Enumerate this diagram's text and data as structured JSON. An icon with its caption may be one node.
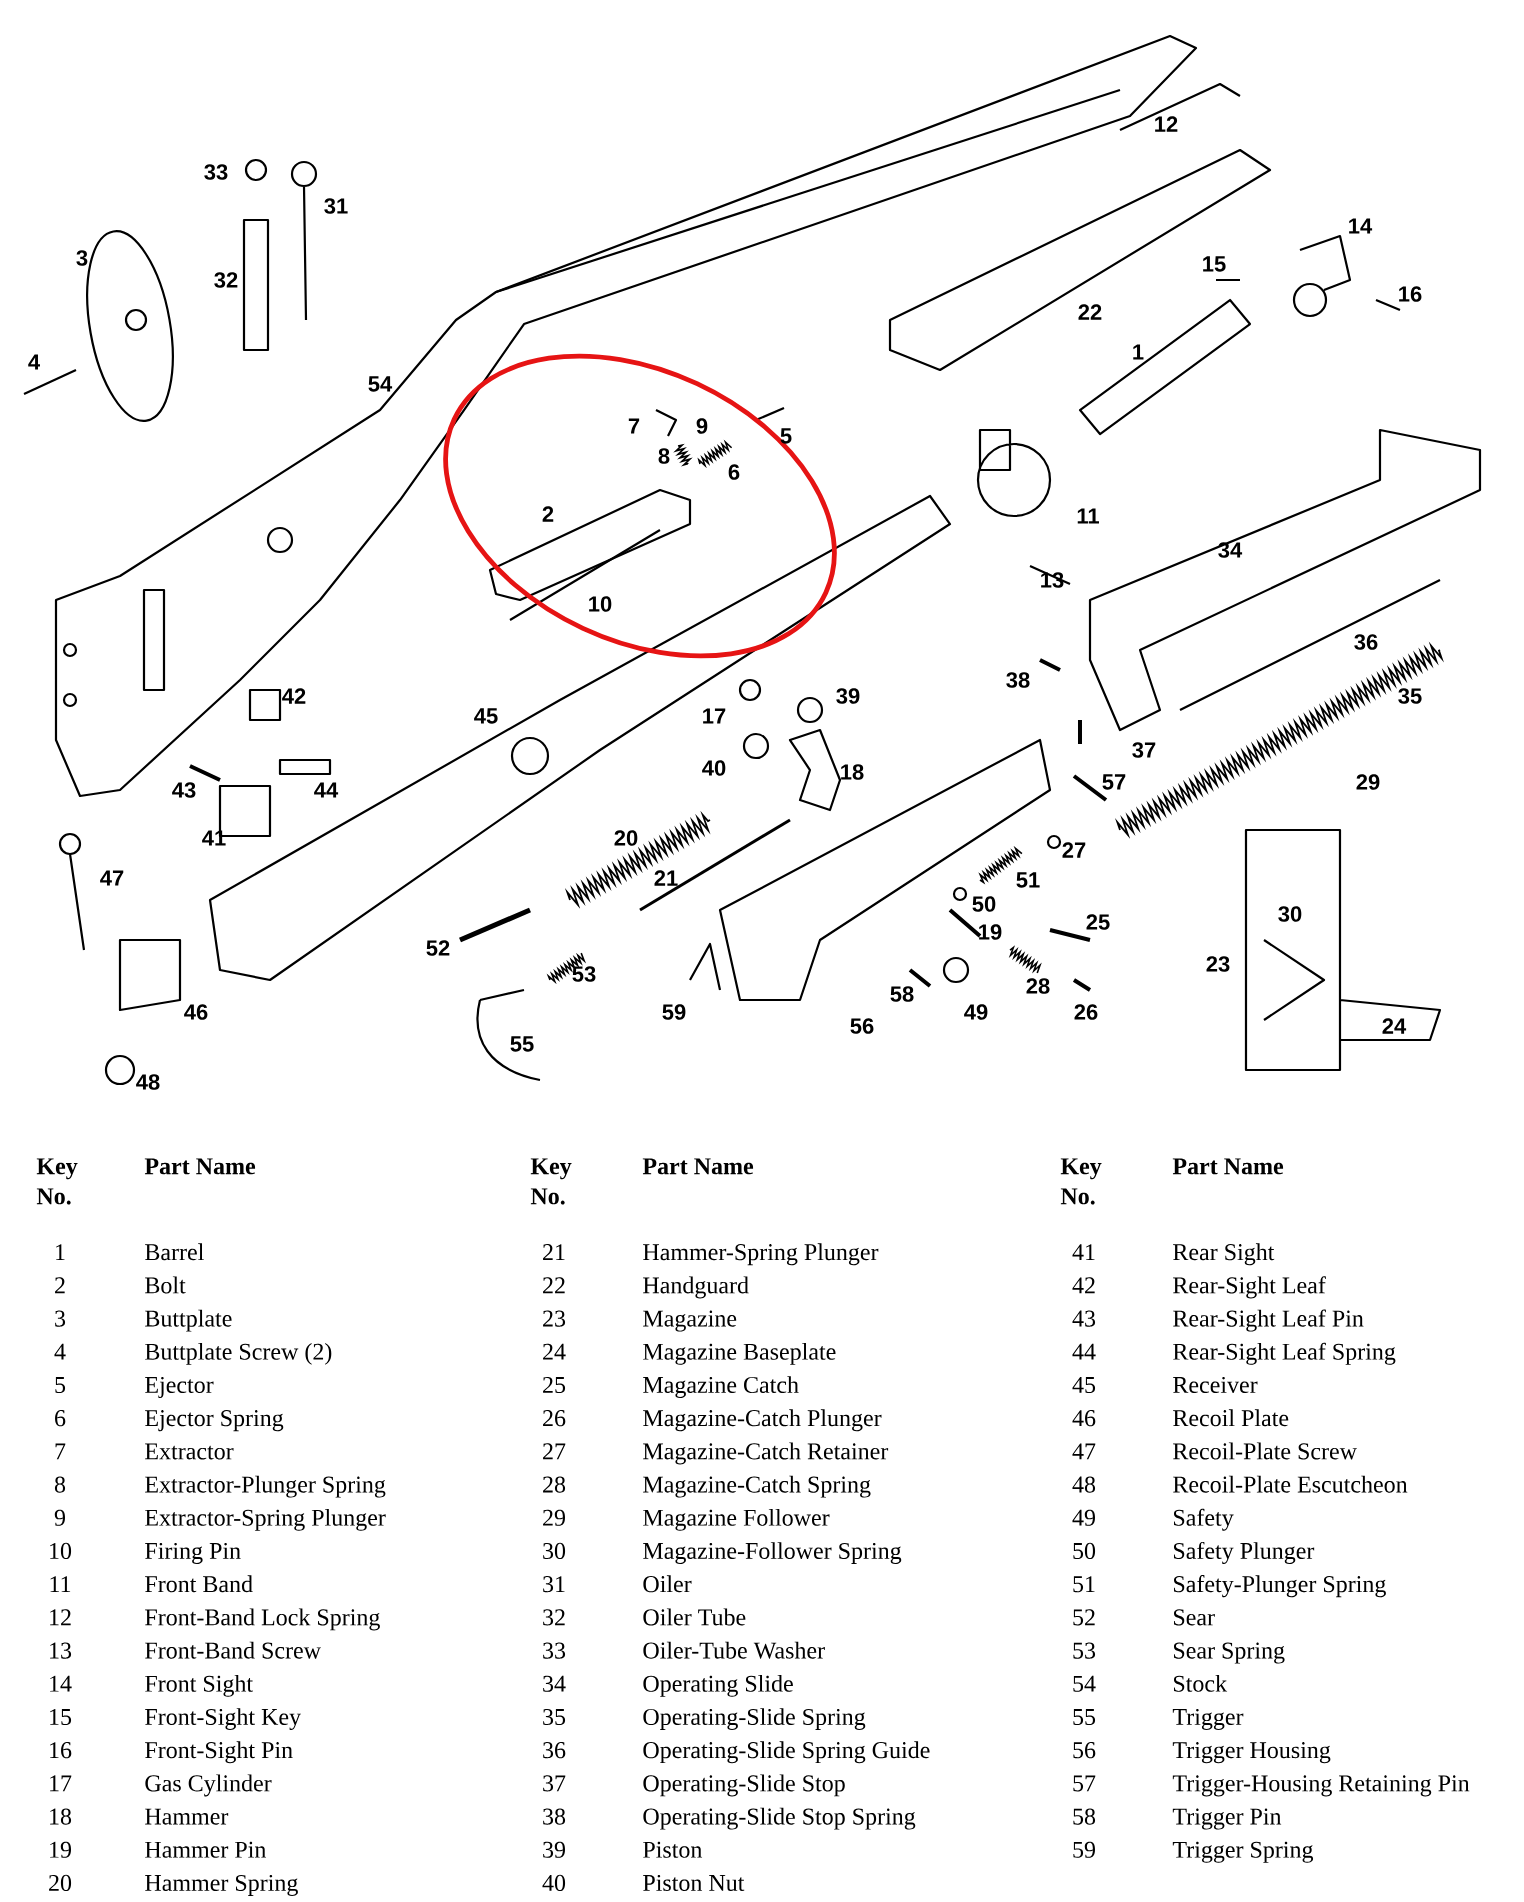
{
  "diagram": {
    "nodes": [
      {
        "text": [
          "7",
          "9",
          "5",
          "8",
          "6",
          "2",
          "10"
        ]
      }
    ],
    "labels": [
      "12",
      "33",
      "31",
      "14",
      "3",
      "15",
      "32",
      "16",
      "22",
      "1",
      "4",
      "54",
      "11",
      "34",
      "13",
      "36",
      "38",
      "42",
      "39",
      "35",
      "45",
      "17",
      "37",
      "40",
      "18",
      "57",
      "29",
      "43",
      "44",
      "41",
      "20",
      "27",
      "47",
      "21",
      "51",
      "50",
      "30",
      "25",
      "19",
      "52",
      "23",
      "53",
      "28",
      "58",
      "46",
      "59",
      "49",
      "26",
      "56",
      "24",
      "55",
      "48",
      "Key No.",
      "Part Name",
      "Key No.",
      "Part Name",
      "Key No.",
      "Part Name",
      "1",
      "Barrel",
      "21",
      "Hammer-Spring Plunger",
      "41",
      "Rear Sight",
      "2",
      "Bolt",
      "22",
      "Handguard",
      "42",
      "Rear-Sight Leaf",
      "3",
      "Buttplate",
      "23",
      "Magazine",
      "43",
      "Rear-Sight Leaf Pin",
      "4",
      "Buttplate Screw (2)",
      "24",
      "Magazine Baseplate",
      "44",
      "Rear-Sight Leaf Spring",
      "5",
      "Ejector",
      "25",
      "Magazine Catch",
      "45",
      "Receiver",
      "6",
      "Ejector Spring",
      "26",
      "Magazine-Catch Plunger",
      "46",
      "Recoil Plate",
      "7",
      "Extractor",
      "27",
      "Magazine-Catch Retainer",
      "47",
      "Recoil-Plate Screw",
      "8",
      "Extractor-Plunger Spring",
      "28",
      "Magazine-Catch Spring",
      "48",
      "Recoil-Plate Escutcheon",
      "9",
      "Extractor-Spring Plunger",
      "29",
      "Magazine Follower",
      "49",
      "Safety",
      "10",
      "Firing Pin",
      "30",
      "Magazine-Follower Spring",
      "50",
      "Safety Plunger",
      "11",
      "Front Band",
      "31",
      "Oiler",
      "51",
      "Safety-Plunger Spring",
      "12",
      "Front-Band Lock Spring",
      "32",
      "Oiler Tube",
      "52",
      "Sear",
      "13",
      "Front-Band Screw",
      "33",
      "Oiler-Tube Washer",
      "53",
      "Sear Spring",
      "14",
      "Front Sight",
      "34",
      "Operating Slide",
      "54",
      "Stock",
      "15",
      "Front-Sight Key",
      "35",
      "Operating-Slide Spring",
      "55",
      "Trigger",
      "16",
      "Front-Sight Pin",
      "36",
      "Operating-Slide Spring Guide",
      "56",
      "Trigger Housing",
      "17",
      "Gas Cylinder",
      "37",
      "Operating-Slide Stop",
      "57",
      "Trigger-Housing Retaining Pin",
      "18",
      "Hammer",
      "38",
      "Operating-Slide Stop Spring",
      "58",
      "Trigger Pin",
      "19",
      "Hammer Pin",
      "39",
      "Piston",
      "59",
      "Trigger Spring",
      "20",
      "Hammer Spring",
      "40",
      "Piston Nut"
    ]
  }
}
